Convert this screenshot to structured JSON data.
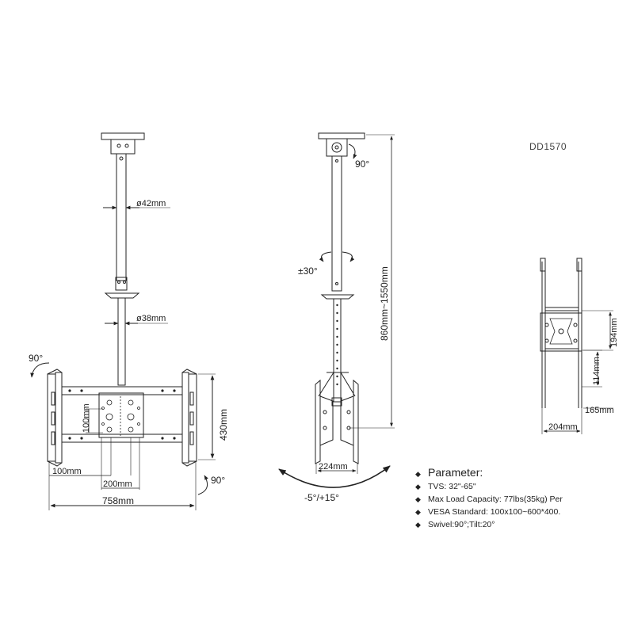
{
  "model_code": "DD1570",
  "parameters": {
    "title": "Parameter:",
    "items": [
      "TVS: 32\"-65\"",
      "Max Load Capacity: 77lbs(35kg) Per",
      "VESA Standard: 100x100~600*400.",
      "Swivel:90°;Tilt:20°"
    ]
  },
  "front_view": {
    "tube_diameter_upper": "ø42mm",
    "tube_diameter_lower": "ø38mm",
    "rotation_left": "90°",
    "rotation_right": "90°",
    "height_label": "430mm",
    "vesa_100_vertical": "100mm",
    "vesa_100_horizontal": "100mm",
    "vesa_200": "200mm",
    "width_label": "758mm"
  },
  "side_view": {
    "swivel_top": "90°",
    "rotation": "±30°",
    "height_range": "860mm~1550mm",
    "bracket_width": "224mm",
    "tilt": "-5°/+15°"
  },
  "small_view": {
    "dim_194": "194mm",
    "dim_114": "114mm",
    "dim_165": "165mm",
    "dim_204": "204mm"
  }
}
